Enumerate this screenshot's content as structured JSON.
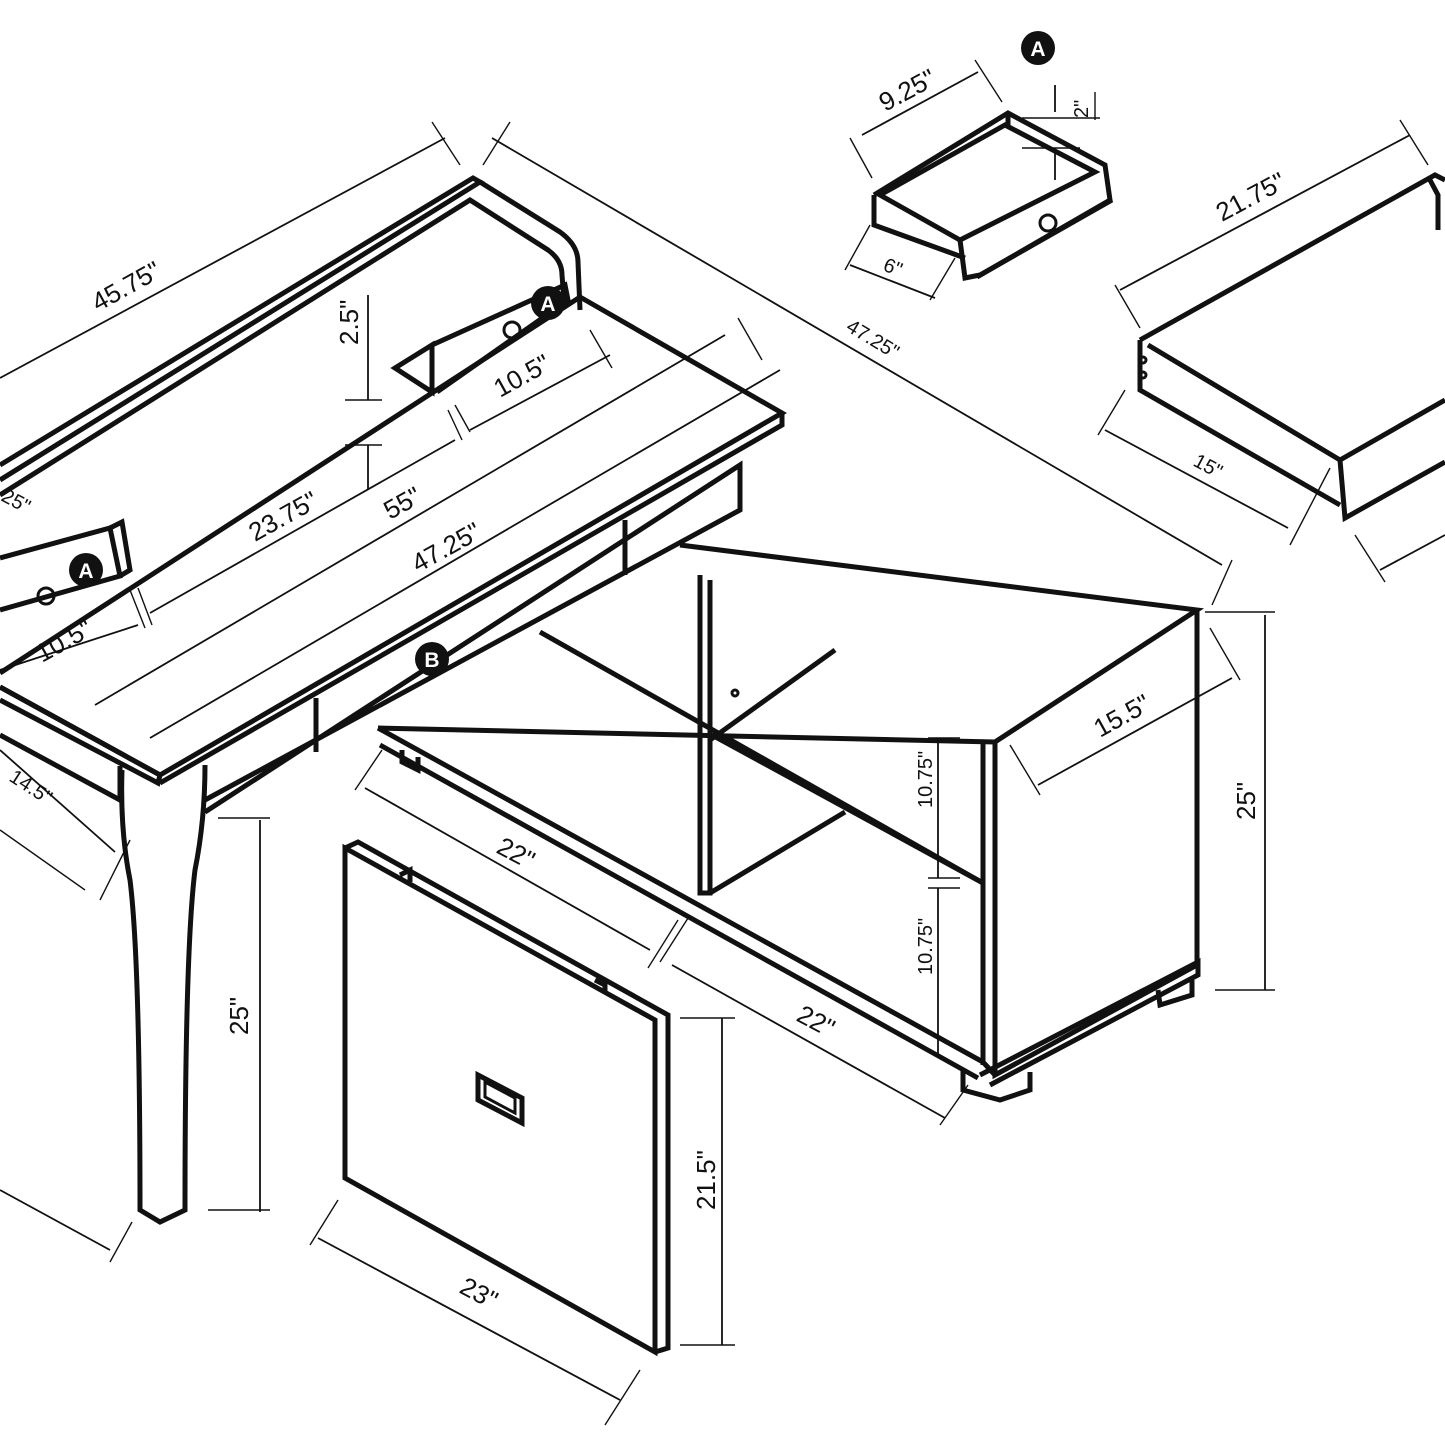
{
  "dimensions": {
    "desk_top_width": "45.75\"",
    "desk_length_right": "47.25\"",
    "hutch_height": "2.5\"",
    "hutch_drawer_width_right": "10.5\"",
    "hutch_middle_span": "23.75\"",
    "overall_length": "55\"",
    "desk_depth_length": "47.25\"",
    "hutch_drawer_width_left": "10.5\"",
    "partial_left_label": "25\"",
    "desk_depth": "14.5\"",
    "leg_height": "25\"",
    "cabinet_shelf_width": "22\"",
    "cabinet_base_width": "22\"",
    "shelf_height_upper": "10.75\"",
    "shelf_height_lower": "10.75\"",
    "cabinet_depth": "15.5\"",
    "cabinet_height": "25\"",
    "panel_height": "21.5\"",
    "panel_width": "23\"",
    "small_drawer_width": "9.25\"",
    "small_drawer_depth": "6\"",
    "small_drawer_height": "2\"",
    "large_drawer_width": "21.75\"",
    "large_drawer_depth": "15\""
  },
  "badges": {
    "drawer_a": "A",
    "drawer_b": "B"
  }
}
